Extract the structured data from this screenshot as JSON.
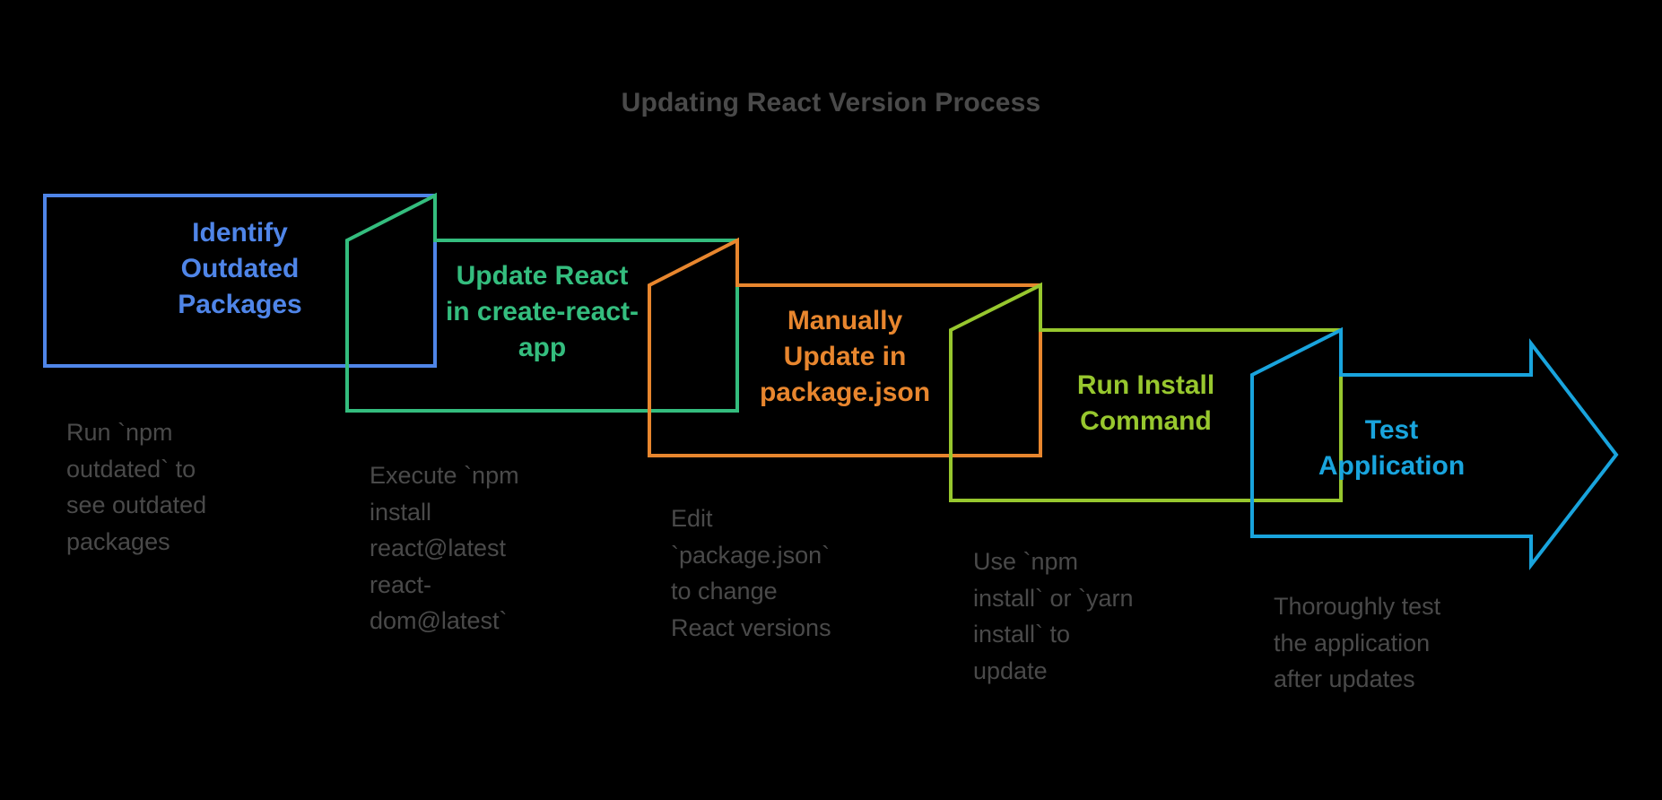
{
  "page": {
    "background_color": "#000000",
    "title": "Updating React Version Process",
    "title_color": "#4a4a4a",
    "description_color": "#4a4a4a"
  },
  "chart_data": {
    "type": "diagram",
    "diagram_style": "chevron-ribbon-process-flow",
    "title": "Updating React Version Process",
    "orientation": "left-to-right",
    "step_count": 5,
    "categories": [
      "Identify Outdated Packages",
      "Update React in create-react-app",
      "Manually Update in package.json",
      "Run Install Command",
      "Test Application"
    ],
    "steps": [
      {
        "index": 1,
        "label": "Identify\nOutdated\nPackages",
        "label_flat": "Identify Outdated Packages",
        "description": "Run `npm\noutdated` to\nsee outdated\npackages",
        "description_flat": "Run `npm outdated` to see outdated packages",
        "color": "#4f85e8",
        "shape": "rectangle"
      },
      {
        "index": 2,
        "label": "Update React\nin create-react-\napp",
        "label_flat": "Update React in create-react-app",
        "description": "Execute `npm\ninstall\nreact@latest\nreact-\ndom@latest`",
        "description_flat": "Execute `npm install react@latest react-dom@latest`",
        "color": "#34bd7e",
        "shape": "folded-banner"
      },
      {
        "index": 3,
        "label": "Manually\nUpdate in\npackage.json",
        "label_flat": "Manually Update in package.json",
        "description": "Edit\n`package.json`\nto change\nReact versions",
        "description_flat": "Edit `package.json` to change React versions",
        "color": "#e8862e",
        "shape": "folded-banner"
      },
      {
        "index": 4,
        "label": "Run Install\nCommand",
        "label_flat": "Run Install Command",
        "description": "Use `npm\ninstall` or `yarn\ninstall` to\nupdate",
        "description_flat": "Use `npm install` or `yarn install` to update",
        "color": "#97c72e",
        "shape": "folded-banner"
      },
      {
        "index": 5,
        "label": "Test\nApplication",
        "label_flat": "Test Application",
        "description": "Thoroughly test\nthe application\nafter updates",
        "description_flat": "Thoroughly test the application after updates",
        "color": "#19a4dd",
        "shape": "folded-arrow"
      }
    ]
  }
}
